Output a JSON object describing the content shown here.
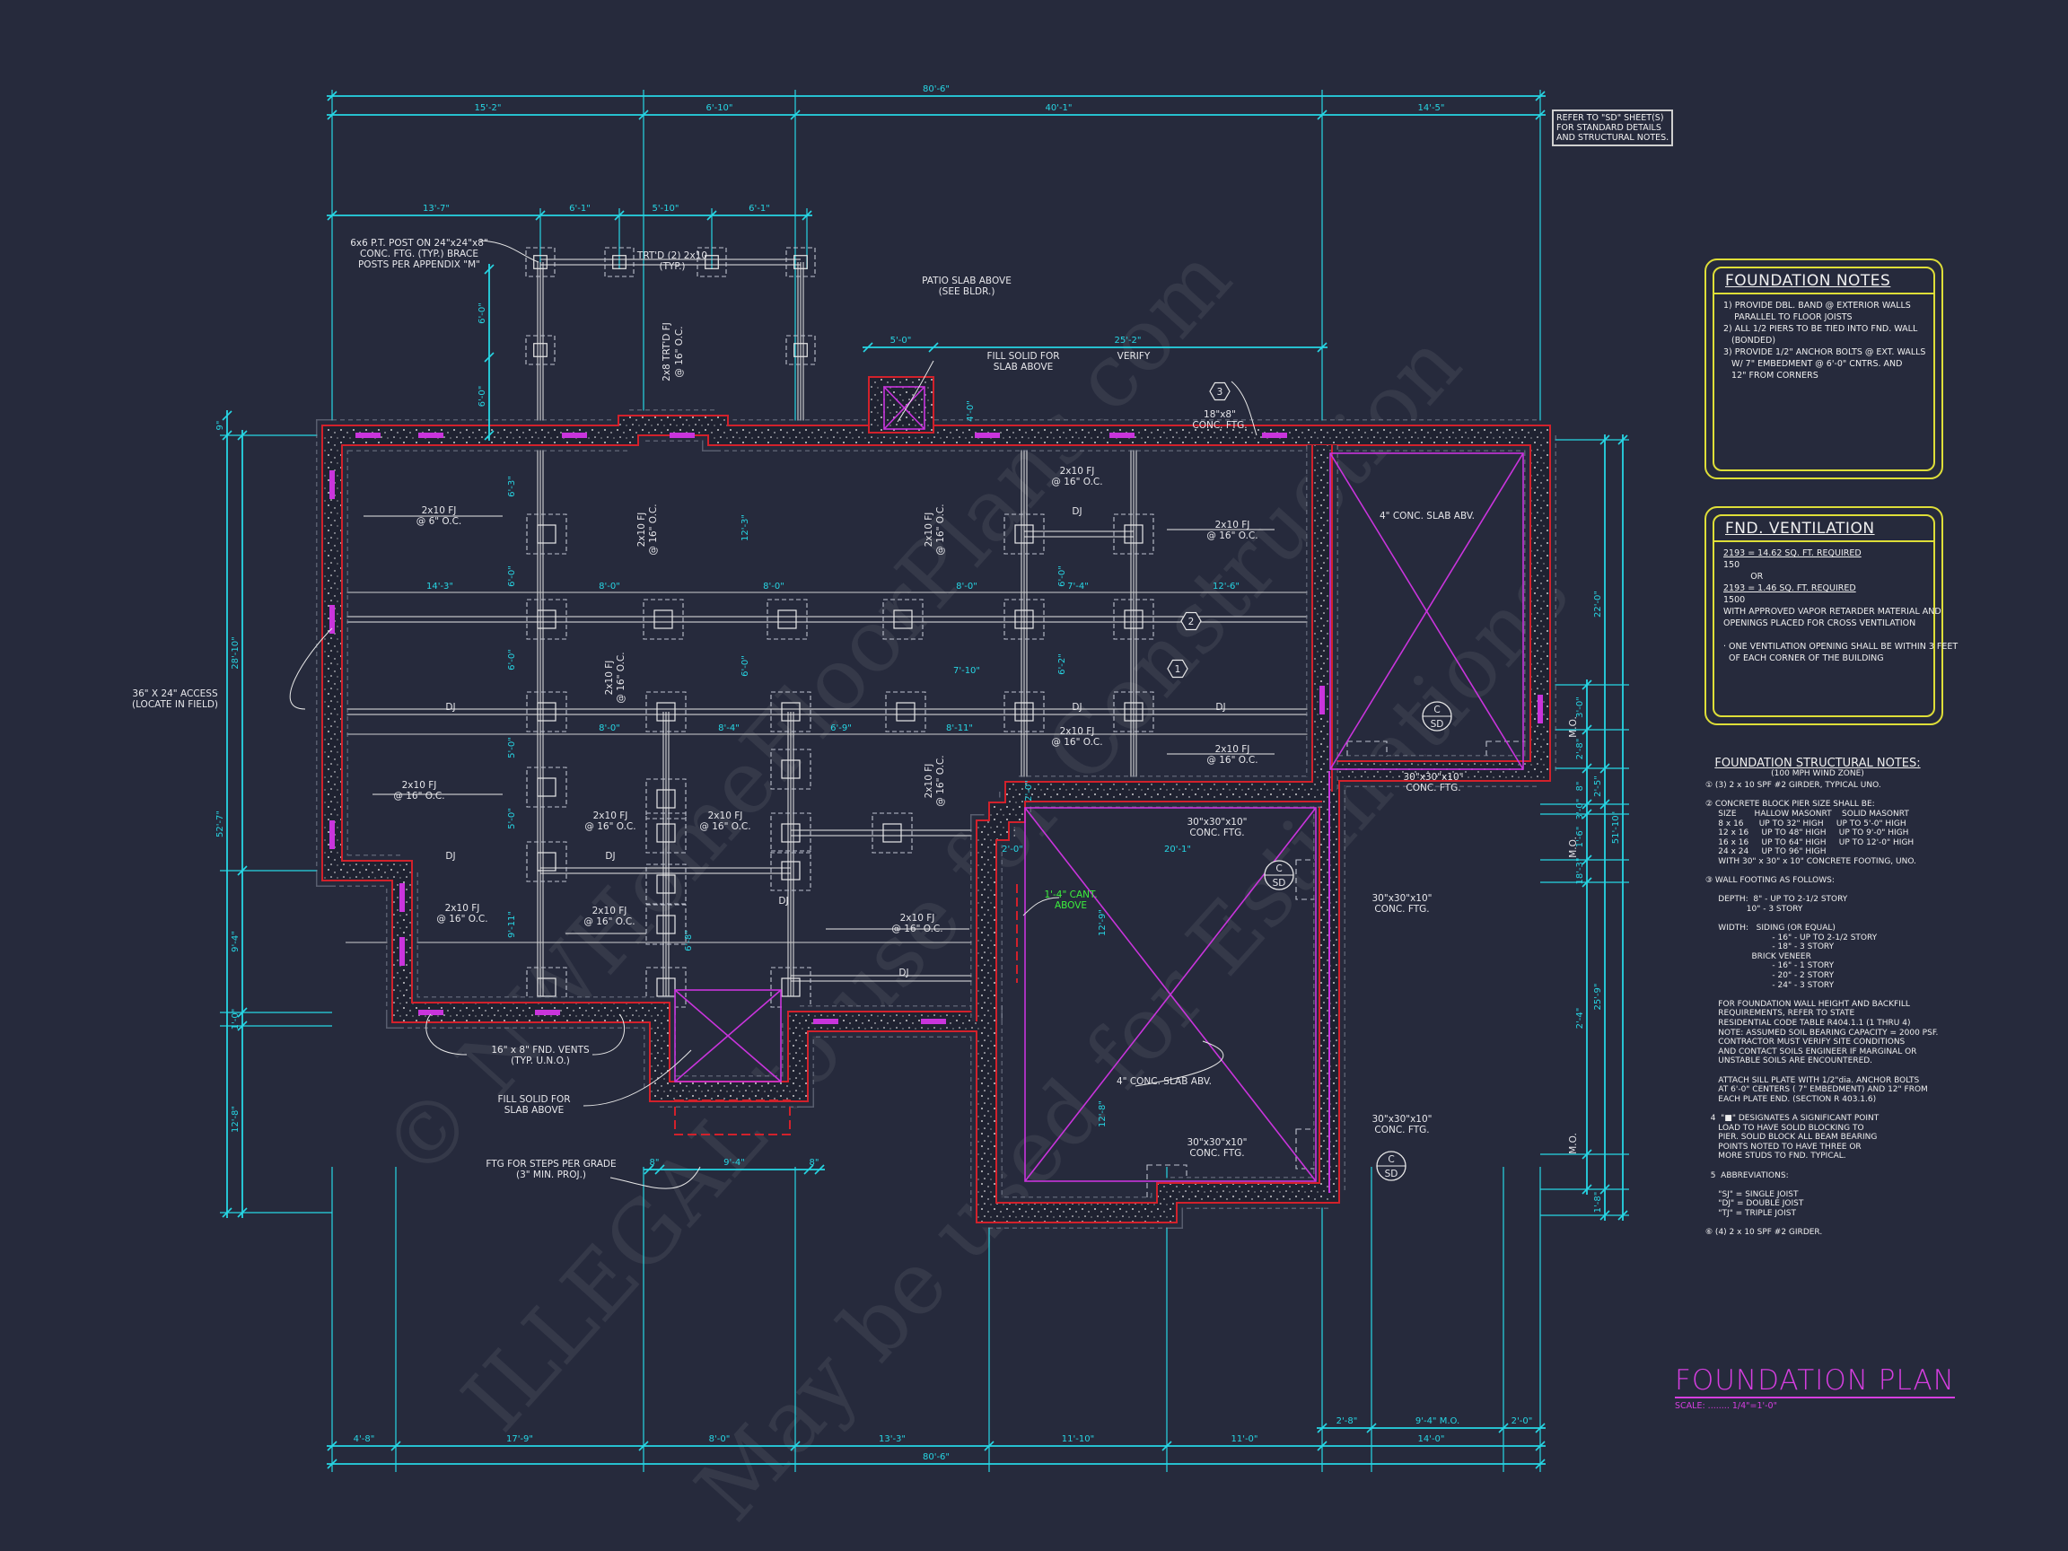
{
  "reference_note": [
    "REFER TO \"SD\" SHEET(S)",
    "FOR STANDARD DETAILS",
    "AND STRUCTURAL NOTES."
  ],
  "foundation_notes": {
    "title": "FOUNDATION NOTES",
    "lines": [
      "1) PROVIDE DBL. BAND @ EXTERIOR WALLS",
      "    PARALLEL TO FLOOR JOISTS",
      "2) ALL 1/2 PIERS TO BE TIED INTO FND. WALL",
      "   (BONDED)",
      "3) PROVIDE 1/2\" ANCHOR BOLTS @ EXT. WALLS",
      "   W/ 7\" EMBEDMENT @ 6'-0\" CNTRS. AND",
      "   12\" FROM CORNERS"
    ]
  },
  "fnd_ventilation": {
    "title": "FND. VENTILATION",
    "lines": [
      "2193 = 14.62 SQ. FT. REQUIRED",
      "150",
      "          OR",
      "2193 = 1.46 SQ. FT. REQUIRED",
      "1500",
      "WITH APPROVED VAPOR RETARDER MATERIAL AND",
      "OPENINGS PLACED FOR CROSS VENTILATION",
      "",
      "· ONE VENTILATION OPENING SHALL BE WITHIN 3 FEET",
      "  OF EACH CORNER OF THE BUILDING"
    ]
  },
  "structural_notes": {
    "title": "FOUNDATION STRUCTURAL NOTES:",
    "subtitle": "(100 MPH WIND ZONE)",
    "lines": [
      "① (3) 2 x 10 SPF #2 GIRDER, TYPICAL UNO.",
      "",
      "② CONCRETE BLOCK PIER SIZE SHALL BE:",
      "     SIZE       HALLOW MASONRT    SOLID MASONRT",
      "     8 x 16      UP TO 32\" HIGH     UP TO 5'-0\" HIGH",
      "     12 x 16     UP TO 48\" HIGH     UP TO 9'-0\" HIGH",
      "     16 x 16     UP TO 64\" HIGH     UP TO 12'-0\" HIGH",
      "     24 x 24     UP TO 96\" HIGH",
      "     WITH 30\" x 30\" x 10\" CONCRETE FOOTING, UNO.",
      "",
      "③ WALL FOOTING AS FOLLOWS:",
      "",
      "     DEPTH:  8\" - UP TO 2-1/2 STORY",
      "                10\" - 3 STORY",
      "",
      "     WIDTH:   SIDING (OR EQUAL)",
      "                          - 16\" - UP TO 2-1/2 STORY",
      "                          - 18\" - 3 STORY",
      "                  BRICK VENEER",
      "                          - 16\" - 1 STORY",
      "                          - 20\" - 2 STORY",
      "                          - 24\" - 3 STORY",
      "",
      "     FOR FOUNDATION WALL HEIGHT AND BACKFILL",
      "     REQUIREMENTS, REFER TO STATE",
      "     RESIDENTIAL CODE TABLE R404.1.1 (1 THRU 4)",
      "     NOTE: ASSUMED SOIL BEARING CAPACITY = 2000 PSF.",
      "     CONTRACTOR MUST VERIFY SITE CONDITIONS",
      "     AND CONTACT SOILS ENGINEER IF MARGINAL OR",
      "     UNSTABLE SOILS ARE ENCOUNTERED.",
      "",
      "     ATTACH SILL PLATE WITH 1/2\"dia. ANCHOR BOLTS",
      "     AT 6'-0\" CENTERS ( 7\" EMBEDMENT) AND 12\" FROM",
      "     EACH PLATE END. (SECTION R 403.1.6)",
      "",
      "  4  \"■\" DESIGNATES A SIGNIFICANT POINT",
      "     LOAD TO HAVE SOLID BLOCKING TO",
      "     PIER. SOLID BLOCK ALL BEAM BEARING",
      "     POINTS NOTED TO HAVE THREE OR",
      "     MORE STUDS TO FND. TYPICAL.",
      "",
      "  5  ABBREVIATIONS:",
      "",
      "     \"SJ\" = SINGLE JOIST",
      "     \"DJ\" = DOUBLE JOIST",
      "     \"TJ\" = TRIPLE JOIST",
      "",
      "⑥ (4) 2 x 10 SPF #2 GIRDER."
    ]
  },
  "title": {
    "main": "FOUNDATION PLAN",
    "scale": "SCALE: ........ 1/4\"=1'-0\""
  },
  "dimensions": {
    "top_overall": [
      "80'-6\""
    ],
    "top": [
      "15'-2\"",
      "6'-10\"",
      "40'-1\"",
      "14'-5\""
    ],
    "porch": [
      "13'-7\"",
      "6'-1\"",
      "5'-10\"",
      "6'-1\""
    ],
    "porch_side": [
      "6'-0\"",
      "6'-0\""
    ],
    "patio": [
      "5'-0\"",
      "25'-2\""
    ],
    "bottom": [
      "4'-8\"",
      "17'-9\"",
      "8'-0\"",
      "13'-3\"",
      "11'-10\"",
      "11'-0\"",
      "14'-0\""
    ],
    "bottom_mo": [
      "2'-8\"",
      "9'-4\" M.O.",
      "2'-0\""
    ],
    "bottom_overall": [
      "80'-6\""
    ],
    "left_outer": [
      "9\"",
      "52'-7\""
    ],
    "left_inner": [
      "28'-10\"",
      "9'-4\"",
      "1'-0\"",
      "12'-8\""
    ],
    "right_outer": [
      "51'-10\""
    ],
    "right_mid": [
      "22'-0\"",
      "2'-5\"",
      "25'-9\"",
      "1'-8\""
    ],
    "right_inner": [
      "3'-0\"",
      "2'-8\"",
      "8\"",
      "3'-0\"",
      "1'-6\"",
      "18'-3\"",
      "2'-4\""
    ],
    "steps": [
      "8\"",
      "9'-4\"",
      "8\""
    ],
    "interior": [
      "14'-3\"",
      "8'-0\"",
      "8'-0\"",
      "8'-0\"",
      "8'-0\"",
      "7'-4\"",
      "12'-6\"",
      "8'-0\"",
      "8'-4\"",
      "6'-9\"",
      "8'-11\"",
      "7'-10\"",
      "2'-0\"",
      "20'-1\""
    ],
    "interior_vertical": [
      "6'-3\"",
      "6'-0\"",
      "6'-0\"",
      "5'-0\"",
      "5'-0\"",
      "9'-11\"",
      "12'-3\"",
      "6'-0\"",
      "6'-0\"",
      "6'-2\"",
      "12'-9\"",
      "12'-8\"",
      "2'-0\"",
      "4'-0\"",
      "6'-8\""
    ]
  },
  "labels": {
    "post": [
      "6x6 P.T. POST ON 24\"x24\"x8\"",
      "CONC. FTG. (TYP.) BRACE",
      "POSTS PER APPENDIX \"M\""
    ],
    "trtd": [
      "TRT'D (2) 2x10",
      "(TYP.)"
    ],
    "porch_joist": [
      "2x8 TRT'D FJ",
      "@ 16\" O.C."
    ],
    "patio": [
      "PATIO SLAB ABOVE",
      "(SEE BLDR.)"
    ],
    "fill_top": [
      "FILL SOLID FOR",
      "SLAB ABOVE"
    ],
    "verify": "VERIFY",
    "ftg_3": [
      "18\"x8\"",
      "CONC. FTG."
    ],
    "slab_top": "4\" CONC. SLAB ABV.",
    "slab_bottom": "4\" CONC. SLAB ABV.",
    "access": [
      "36\" X 24\" ACCESS",
      "(LOCATE IN FIELD)"
    ],
    "vents": [
      "16\" x 8\" FND. VENTS",
      "(TYP. U.N.O.)"
    ],
    "fill_bottom": [
      "FILL SOLID FOR",
      "SLAB ABOVE"
    ],
    "steps": [
      "FTG FOR STEPS PER GRADE",
      "(3\" MIN. PROJ.)"
    ],
    "cant": [
      "1'-4\" CANT.",
      "ABOVE"
    ],
    "conc_ftg": [
      "30\"x30\"x10\"",
      "CONC. FTG."
    ],
    "joist": [
      "2x10 FJ",
      "@ 16\" O.C."
    ],
    "joist_6": [
      "2x10 FJ",
      "@ 6\" O.C."
    ],
    "dj": "DJ",
    "mo": "M.O.",
    "callouts": [
      "1",
      "2",
      "3"
    ],
    "section": [
      "C",
      "SD"
    ]
  },
  "watermark": [
    "© NWHomeFloorPlans.com",
    "ILLEGAL to use for Construction",
    "May be used for Estimations"
  ],
  "colors": {
    "background": "#262a3c",
    "dimension": "#27d6e4",
    "wall": "#d2212b",
    "slab": "#c934dc",
    "notes_border": "#dede38",
    "cantilever": "#3cf03c",
    "title": "#d63ee0"
  }
}
